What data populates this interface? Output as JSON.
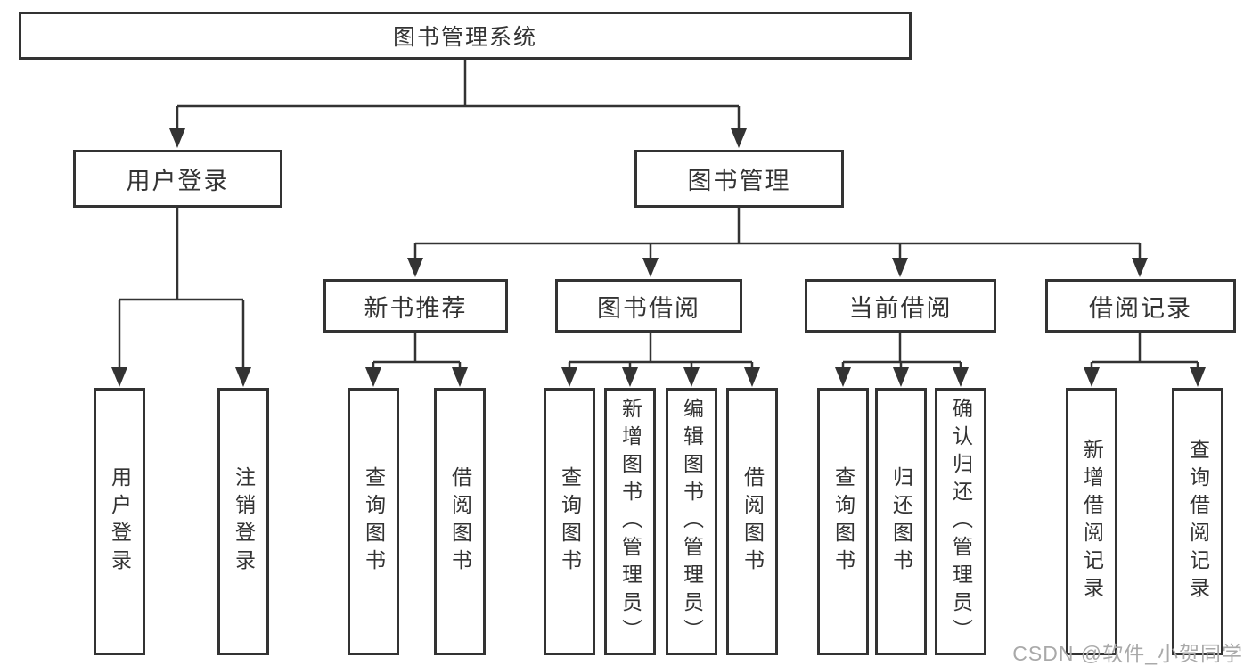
{
  "tree": {
    "root": {
      "label": "图书管理系统"
    },
    "children": [
      {
        "label": "用户登录",
        "children": [
          {
            "label": "用户登录"
          },
          {
            "label": "注销登录"
          }
        ]
      },
      {
        "label": "图书管理",
        "children": [
          {
            "label": "新书推荐",
            "children": [
              {
                "label": "查询图书"
              },
              {
                "label": "借阅图书"
              }
            ]
          },
          {
            "label": "图书借阅",
            "children": [
              {
                "label": "查询图书"
              },
              {
                "label": "新增图书（管理员）"
              },
              {
                "label": "编辑图书（管理员）"
              },
              {
                "label": "借阅图书"
              }
            ]
          },
          {
            "label": "当前借阅",
            "children": [
              {
                "label": "查询图书"
              },
              {
                "label": "归还图书"
              },
              {
                "label": "确认归还（管理员）"
              }
            ]
          },
          {
            "label": "借阅记录",
            "children": [
              {
                "label": "新增借阅记录"
              },
              {
                "label": "查询借阅记录"
              }
            ]
          }
        ]
      }
    ]
  },
  "watermark": "CSDN @软件_小贺同学",
  "colors": {
    "line": "#333333",
    "box_border": "#333333",
    "text": "#333333",
    "watermark": "#a9a9a9",
    "background": "#ffffff"
  }
}
